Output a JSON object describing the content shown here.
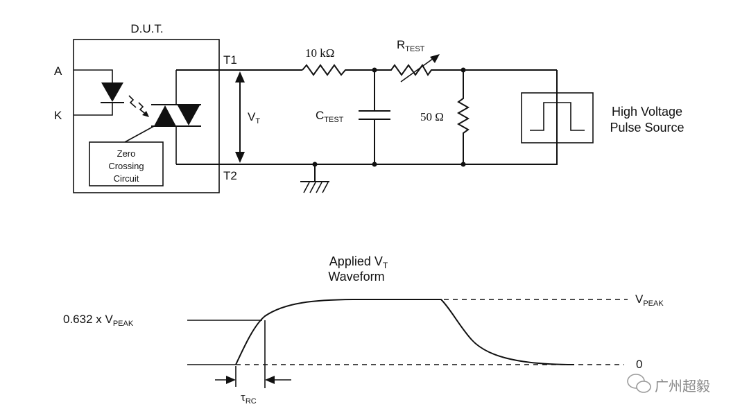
{
  "circuit": {
    "dut_label": "D.U.T.",
    "pin_a": "A",
    "pin_k": "K",
    "t1": "T1",
    "t2": "T2",
    "vt_main": "V",
    "vt_sub": "T",
    "zero_crossing": [
      "Zero",
      "Crossing",
      "Circuit"
    ],
    "resistor_10k": "10 kΩ",
    "rtest_main": "R",
    "rtest_sub": "TEST",
    "ctest_main": "C",
    "ctest_sub": "TEST",
    "resistor_50": "50 Ω",
    "source_label": [
      "High Voltage",
      "Pulse Source"
    ]
  },
  "waveform": {
    "title_line1_main": "Applied V",
    "title_line1_sub": "T",
    "title_line2": "Waveform",
    "level_label_main": "0.632 x V",
    "level_label_sub": "PEAK",
    "vpeak_main": "V",
    "vpeak_sub": "PEAK",
    "zero": "0",
    "tau_main": "τ",
    "tau_sub": "RC"
  },
  "watermark": "广州超毅"
}
